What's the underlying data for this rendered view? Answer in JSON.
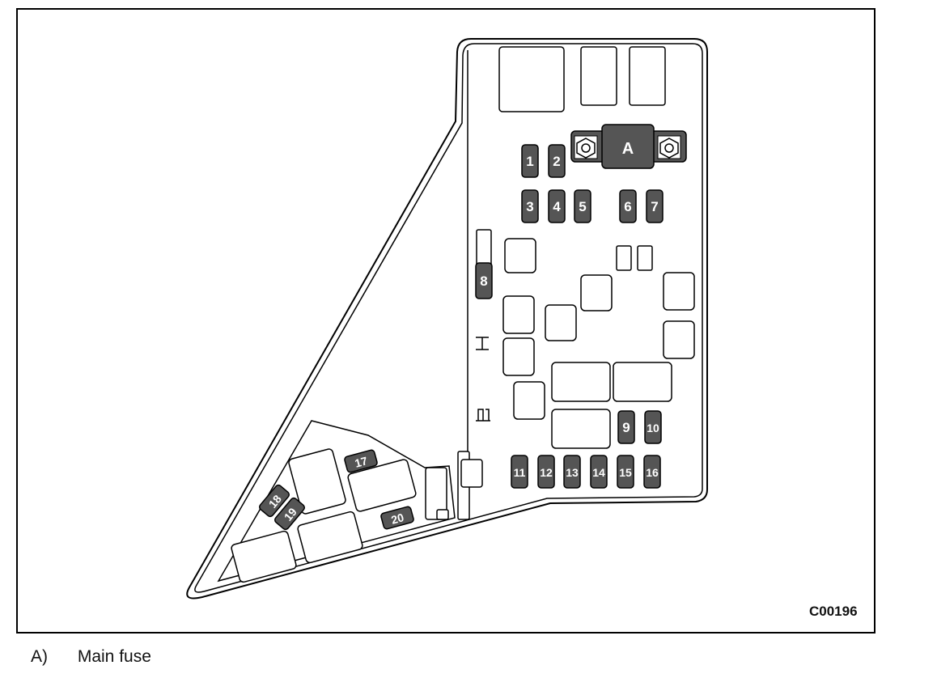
{
  "diagram": {
    "code": "C00196",
    "main_fuse_label": "A",
    "fuses": [
      "1",
      "2",
      "3",
      "4",
      "5",
      "6",
      "7",
      "8",
      "9",
      "10",
      "11",
      "12",
      "13",
      "14",
      "15",
      "16",
      "17",
      "18",
      "19",
      "20"
    ]
  },
  "caption": {
    "key": "A)",
    "text": "Main fuse"
  },
  "colors": {
    "fuse_fill": "#555555",
    "outline": "#000000",
    "background": "#ffffff"
  }
}
